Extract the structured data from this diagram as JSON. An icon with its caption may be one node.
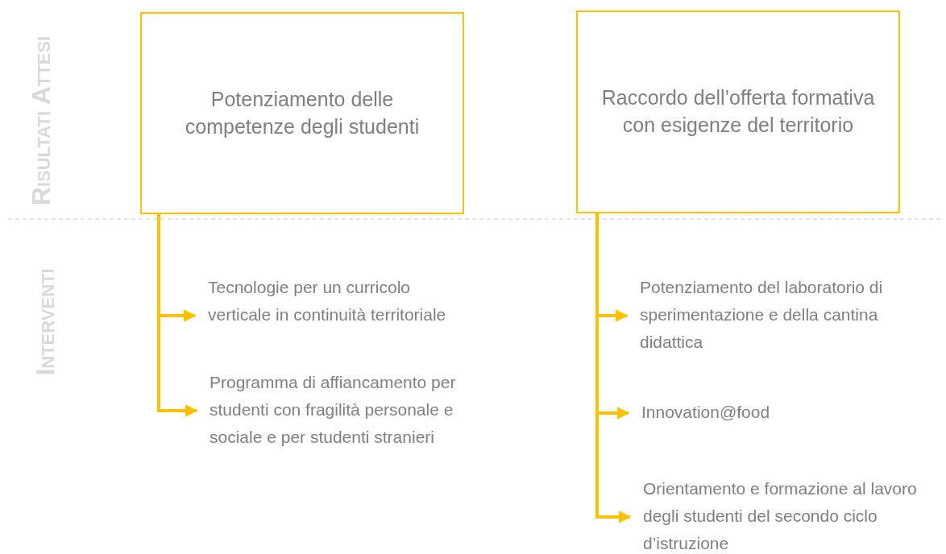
{
  "diagram": {
    "nodes": [
      {
        "text": [
          "Potenziamento delle competenze degli studenti"
        ]
      },
      {
        "text": [
          "Raccordo dell’offerta formativa con esigenze del territorio"
        ]
      },
      {
        "text": [
          "Tecnologie per un curricolo verticale in continuità territoriale"
        ]
      },
      {
        "text": [
          "Programma di affiancamento per studenti con fragilità personale e sociale e per studenti stranieri"
        ]
      },
      {
        "text": [
          "Potenziamento del laboratorio di sperimentazione e della cantina didattica"
        ]
      },
      {
        "text": [
          "Innovation@food"
        ]
      },
      {
        "text": [
          "Orientamento e formazione al lavoro degli studenti del secondo ciclo d’istruzione"
        ]
      }
    ],
    "edges": [
      {
        "from": 0,
        "to": 2,
        "arrow": "to"
      },
      {
        "from": 0,
        "to": 3,
        "arrow": "to"
      },
      {
        "from": 1,
        "to": 4,
        "arrow": "to"
      },
      {
        "from": 1,
        "to": 5,
        "arrow": "to"
      },
      {
        "from": 1,
        "to": 6,
        "arrow": "to"
      }
    ],
    "labels": [
      "Risultati Attesi",
      "Interventi"
    ]
  }
}
